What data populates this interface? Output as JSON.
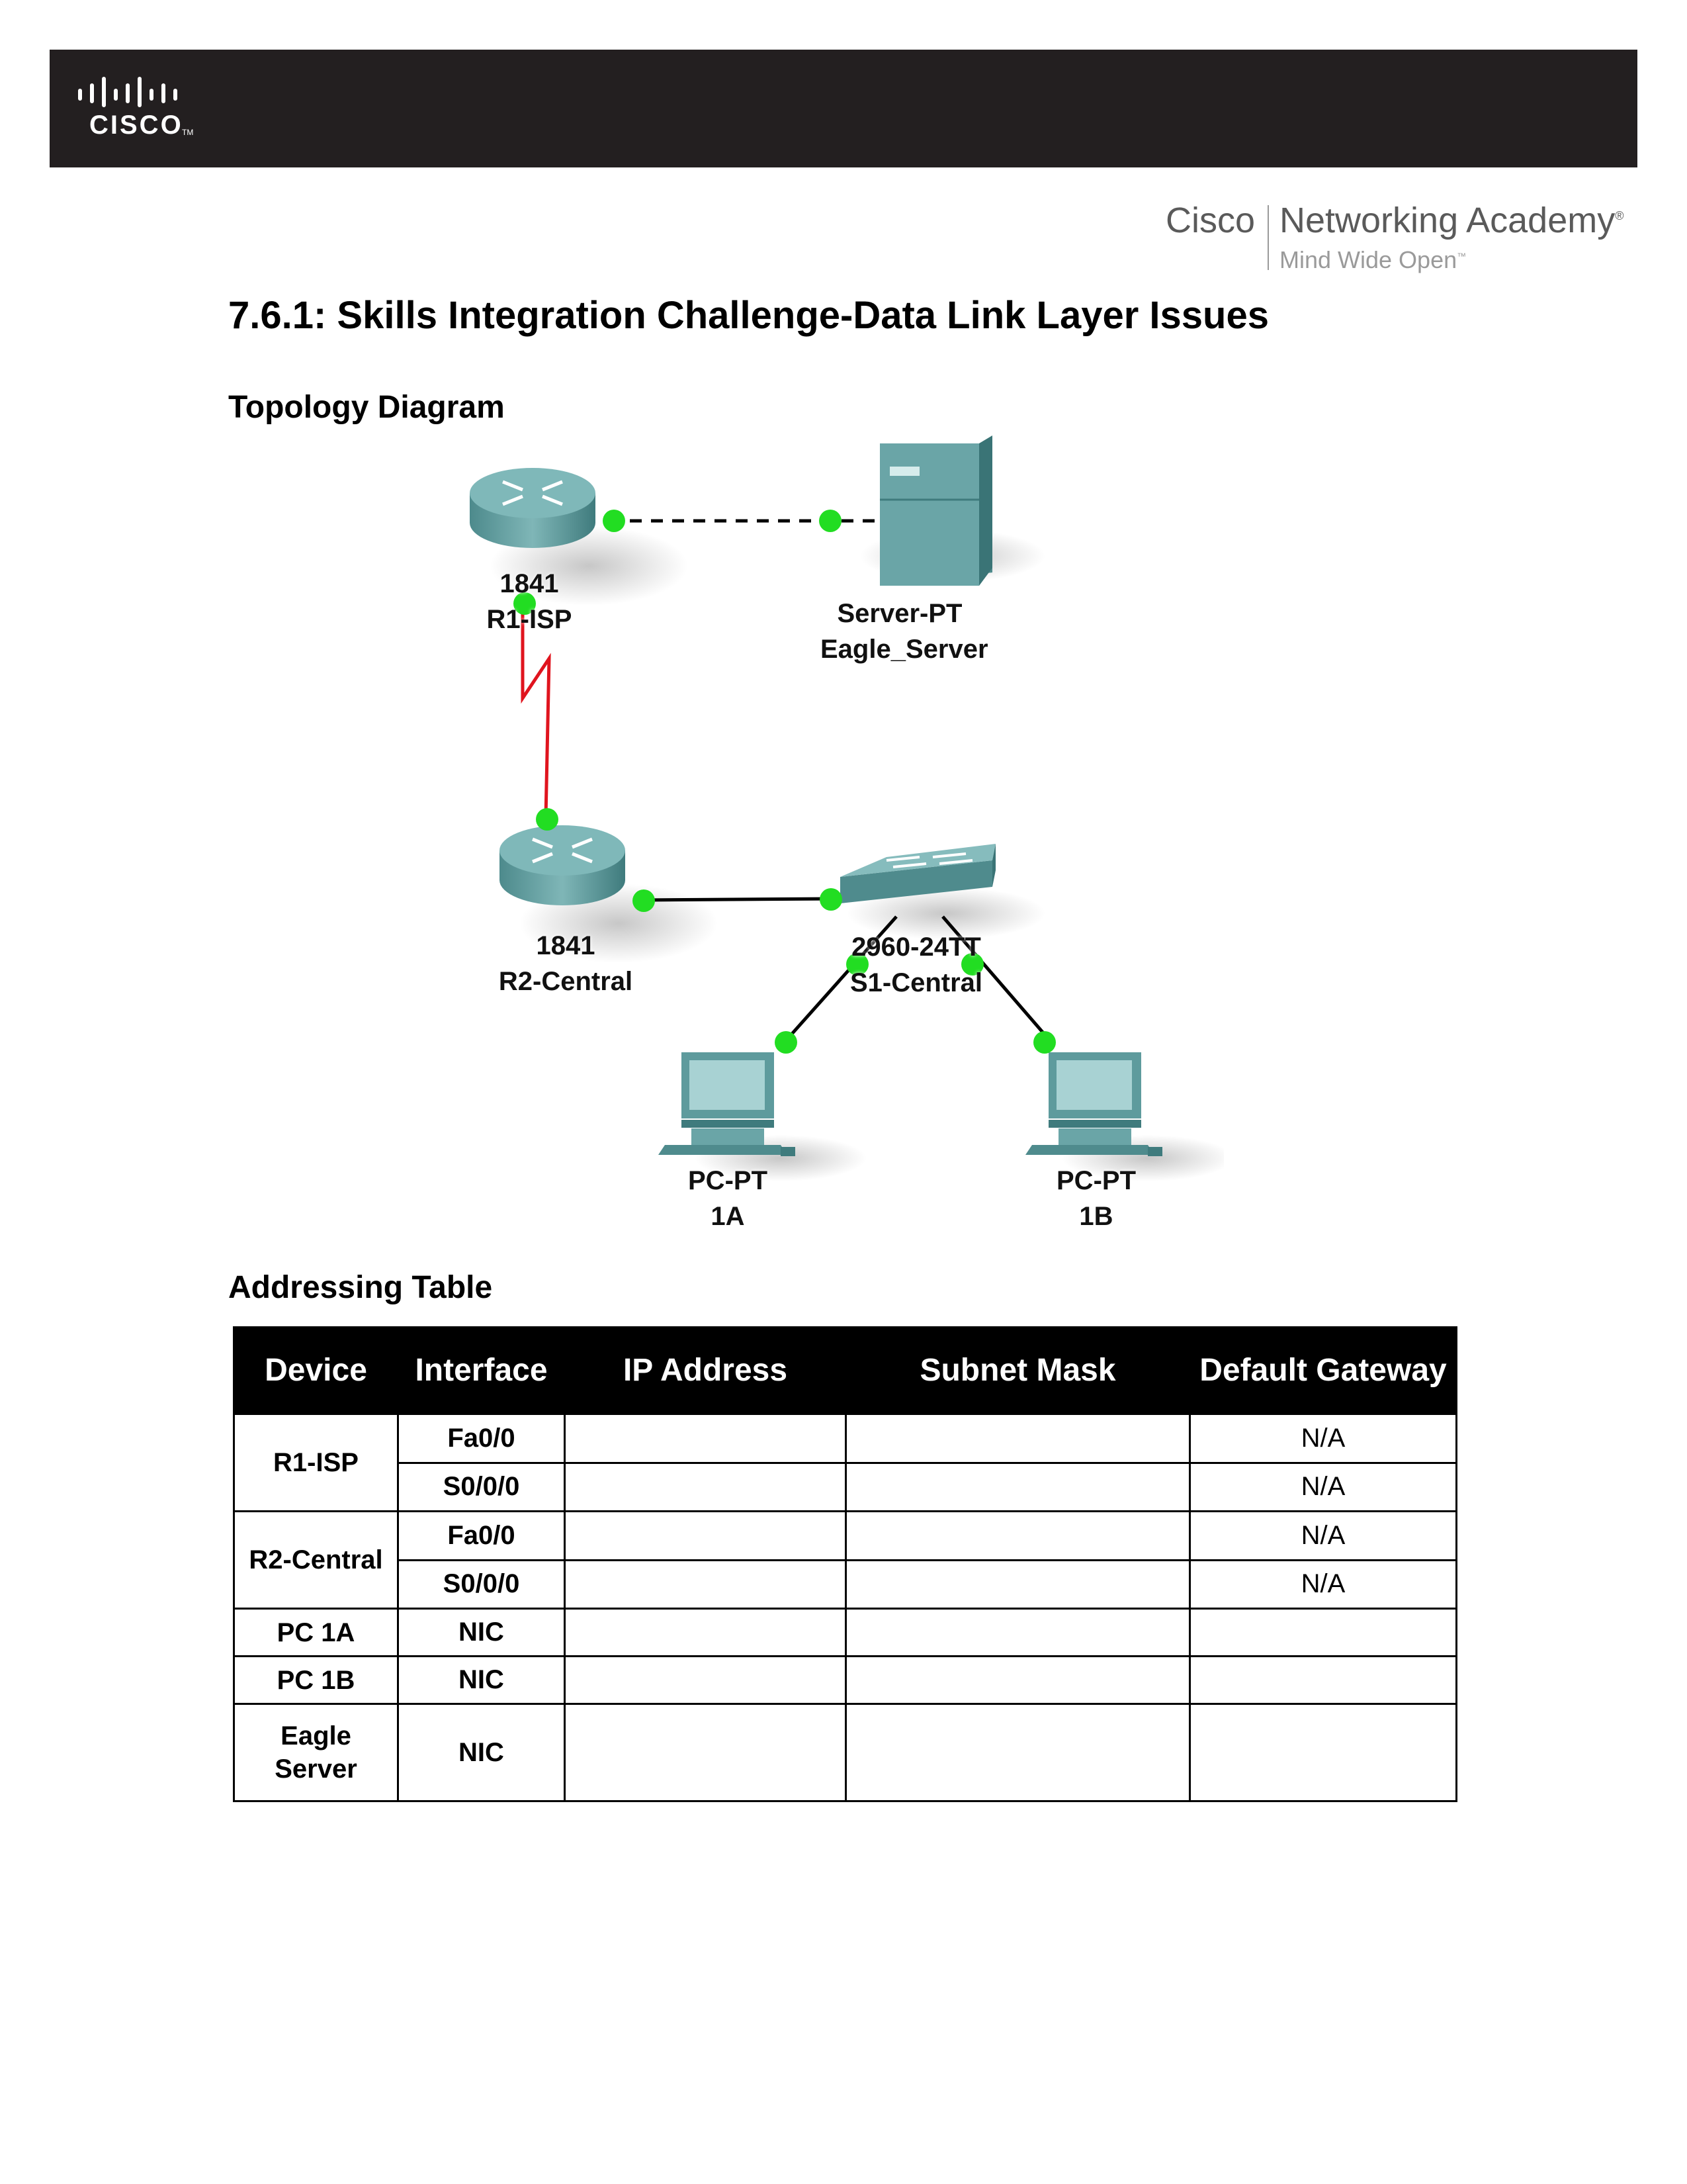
{
  "header": {
    "logo_word": "CISCO",
    "logo_tm": "TM"
  },
  "academy": {
    "brand": "Cisco",
    "name": "Networking Academy",
    "registered": "®",
    "tagline": "Mind Wide Open",
    "tagline_tm": "™"
  },
  "document": {
    "title": "7.6.1: Skills Integration Challenge-Data Link Layer Issues",
    "topology_heading": "Topology Diagram",
    "addressing_heading": "Addressing Table"
  },
  "topology": {
    "r1": {
      "model": "1841",
      "name": "R1-ISP"
    },
    "server": {
      "model": "Server-PT",
      "name": "Eagle_Server"
    },
    "r2": {
      "model": "1841",
      "name": "R2-Central"
    },
    "switch": {
      "model": "2960-24TT",
      "name": "S1-Central"
    },
    "pc1a": {
      "model": "PC-PT",
      "name": "1A"
    },
    "pc1b": {
      "model": "PC-PT",
      "name": "1B"
    },
    "colors": {
      "device_teal": "#5f9ea0",
      "link_up": "#22dd22",
      "serial_link": "#e0141e",
      "header_bar": "#231f20"
    }
  },
  "table": {
    "headers": [
      "Device",
      "Interface",
      "IP Address",
      "Subnet Mask",
      "Default Gateway"
    ],
    "groups": [
      {
        "device": "R1-ISP",
        "rows": [
          {
            "interface": "Fa0/0",
            "ip": "",
            "mask": "",
            "gateway": "N/A"
          },
          {
            "interface": "S0/0/0",
            "ip": "",
            "mask": "",
            "gateway": "N/A"
          }
        ]
      },
      {
        "device": "R2-Central",
        "rows": [
          {
            "interface": "Fa0/0",
            "ip": "",
            "mask": "",
            "gateway": "N/A"
          },
          {
            "interface": "S0/0/0",
            "ip": "",
            "mask": "",
            "gateway": "N/A"
          }
        ]
      },
      {
        "device": "PC 1A",
        "rows": [
          {
            "interface": "NIC",
            "ip": "",
            "mask": "",
            "gateway": ""
          }
        ]
      },
      {
        "device": "PC 1B",
        "rows": [
          {
            "interface": "NIC",
            "ip": "",
            "mask": "",
            "gateway": ""
          }
        ]
      },
      {
        "device": "Eagle Server",
        "rows": [
          {
            "interface": "NIC",
            "ip": "",
            "mask": "",
            "gateway": ""
          }
        ]
      }
    ]
  }
}
